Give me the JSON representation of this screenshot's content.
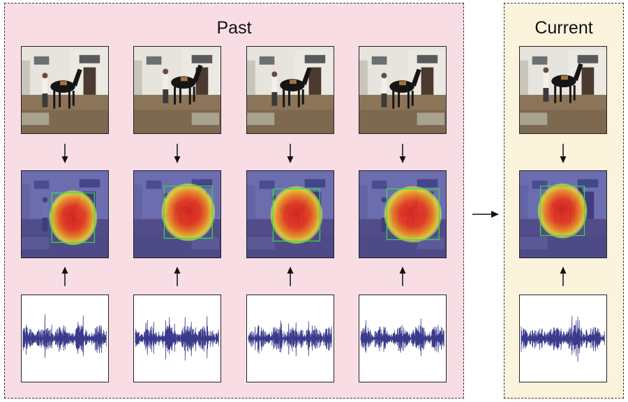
{
  "panels": {
    "past": {
      "title": "Past"
    },
    "current": {
      "title": "Current"
    }
  },
  "frames": [
    {
      "group": "past",
      "index": 1
    },
    {
      "group": "past",
      "index": 2
    },
    {
      "group": "past",
      "index": 3
    },
    {
      "group": "past",
      "index": 4
    },
    {
      "group": "current",
      "index": 1
    }
  ],
  "colors": {
    "past_background": "#f9dde4",
    "current_background": "#fcf3dc",
    "bounding_box": "#39e03a",
    "waveform": "#3a3a8c",
    "heatmap_overlay": "#3c3f9c"
  },
  "icons": [
    "arrow-down-icon",
    "arrow-up-icon",
    "arrow-right-icon"
  ]
}
